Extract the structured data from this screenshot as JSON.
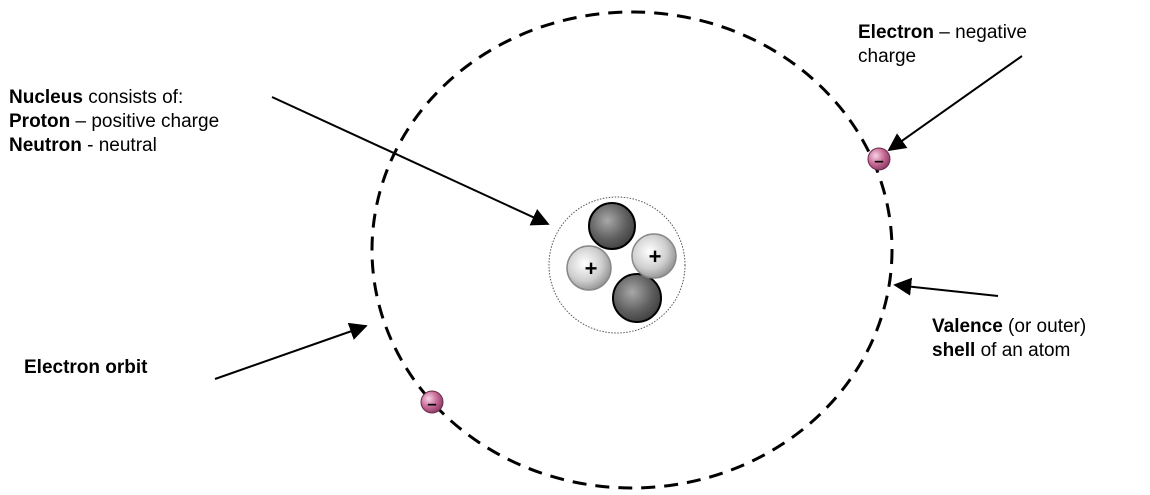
{
  "labels": {
    "nucleus": {
      "line1_bold": "Nucleus",
      "line1_rest": " consists of:",
      "line2_bold": "Proton",
      "line2_rest": " – positive charge",
      "line3_bold": "Neutron",
      "line3_rest": " - neutral"
    },
    "electron": {
      "line1_bold": "Electron",
      "line1_rest": " – negative",
      "line2": "charge"
    },
    "valence": {
      "line1_bold": "Valence",
      "line1_rest": " (or outer)",
      "line2_bold": "shell",
      "line2_rest": " of an atom"
    },
    "orbit": {
      "text": "Electron orbit"
    }
  },
  "symbols": {
    "plus": "+",
    "minus": "–"
  },
  "colors": {
    "orbit": "#000000",
    "electron_fill": "#c86a97",
    "electron_highlight": "#f3c6dc",
    "proton_fill": "#bdbdbd",
    "neutron_fill": "#5a5a5a"
  }
}
